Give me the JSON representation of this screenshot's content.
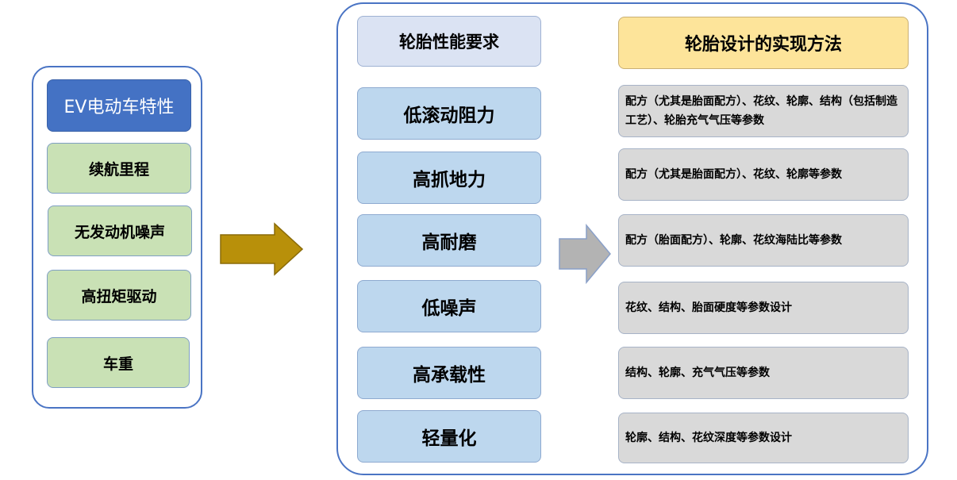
{
  "colors": {
    "panel_border": "#4a74c4",
    "ev_header": "#4472c4",
    "ev_item": "#c9e1b5",
    "req_header": "#dbe3f3",
    "req_item": "#bdd7ee",
    "impl_header": "#fde49a",
    "impl_item": "#d9d9d9",
    "big_arrow": "#b8900a",
    "small_arrow": "#b3b3b3"
  },
  "ev": {
    "header": "EV电动车特性",
    "items": [
      "续航里程",
      "无发动机噪声",
      "高扭矩驱动",
      "车重"
    ]
  },
  "requirements": {
    "header": "轮胎性能要求",
    "items": [
      "低滚动阻力",
      "高抓地力",
      "高耐磨",
      "低噪声",
      "高承载性",
      "轻量化"
    ]
  },
  "implementation": {
    "header": "轮胎设计的实现方法",
    "items": [
      "配方（尤其是胎面配方）、花纹、轮廓、结构（包括制造工艺）、轮胎充气气压等参数",
      "配方（尤其是胎面配方）、花纹、轮廓等参数",
      "配方（胎面配方）、轮廓、花纹海陆比等参数",
      "花纹、结构、胎面硬度等参数设计",
      "结构、轮廓、充气气压等参数",
      "轮廓、结构、花纹深度等参数设计"
    ]
  }
}
